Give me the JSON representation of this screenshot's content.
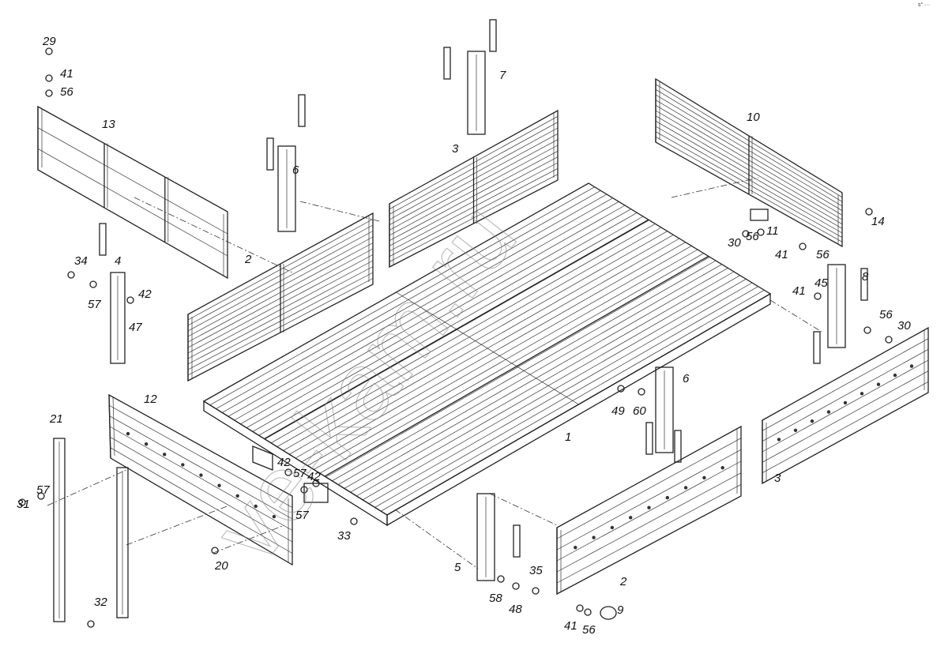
{
  "diagram": {
    "corner_mark": "s° ···",
    "watermark": "ve-kam.ru",
    "labels": [
      "29",
      "41",
      "56",
      "13",
      "6",
      "7",
      "3",
      "10",
      "14",
      "30",
      "56",
      "11",
      "41",
      "56",
      "2",
      "34",
      "4",
      "42",
      "57",
      "47",
      "41",
      "45",
      "8",
      "56",
      "30",
      "12",
      "21",
      "49",
      "60",
      "6",
      "1",
      "57",
      "31",
      "42",
      "57",
      "42",
      "57",
      "33",
      "3",
      "20",
      "5",
      "35",
      "2",
      "58",
      "48",
      "9",
      "32",
      "41",
      "56"
    ]
  }
}
